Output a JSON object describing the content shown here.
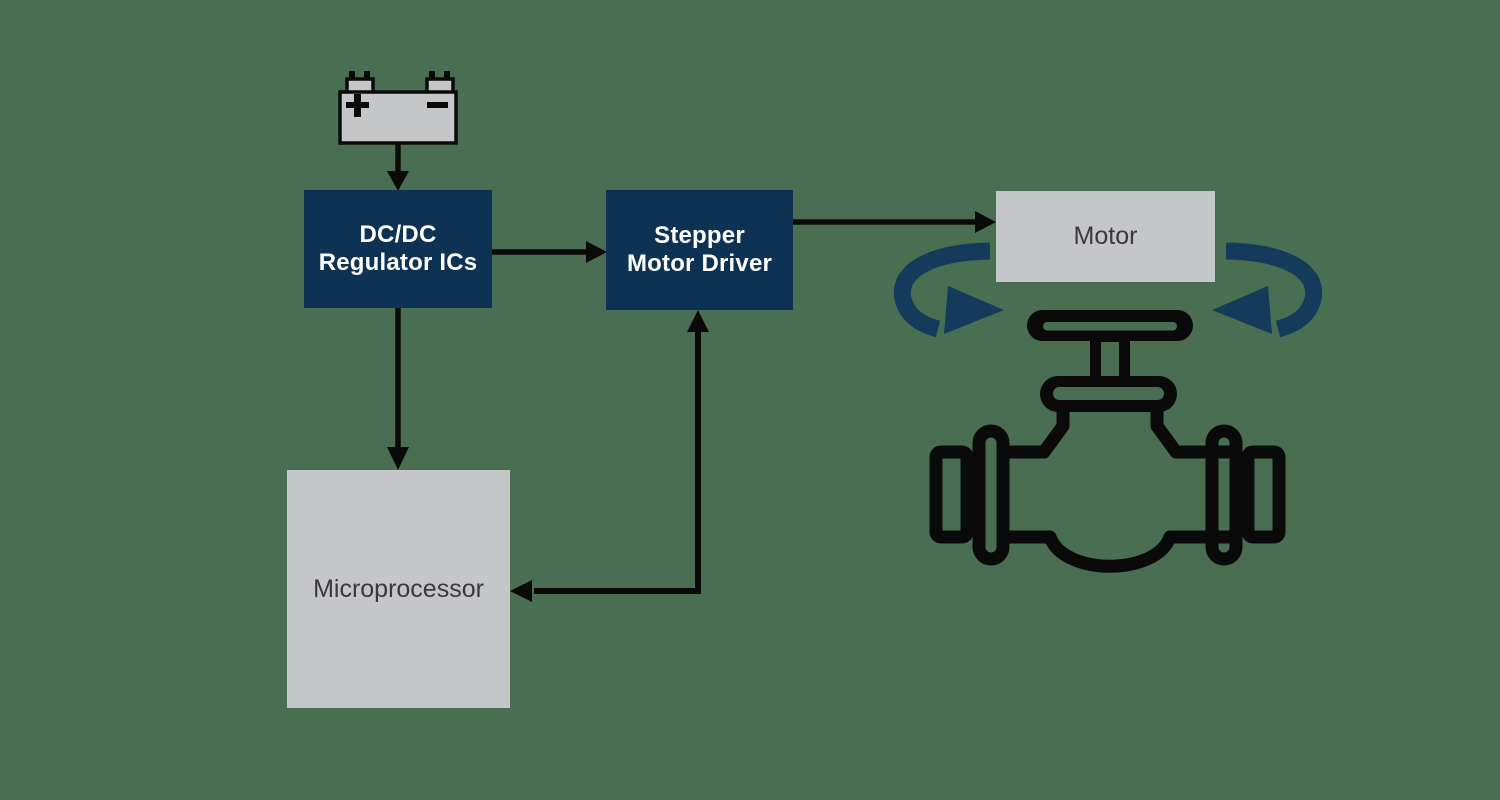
{
  "diagram": {
    "background_color": "#4A6E51",
    "colors": {
      "navy_box": "#0E3254",
      "navy_arrow": "#143A5C",
      "gray_box": "#C5C6C8",
      "box_text_light": "#FFFFFF",
      "box_text_dark": "#3A3A3C",
      "line_black": "#0A0A0A"
    },
    "nodes": {
      "dcdc": {
        "line1": "DC/DC",
        "line2": "Regulator ICs"
      },
      "stepper": {
        "line1": "Stepper",
        "line2": "Motor Driver"
      },
      "motor": {
        "label": "Motor"
      },
      "microprocessor": {
        "label": "Microprocessor"
      }
    },
    "icons": [
      {
        "name": "battery-icon",
        "symbols": [
          "+",
          "−"
        ]
      },
      {
        "name": "rotation-arrow-left-icon"
      },
      {
        "name": "rotation-arrow-right-icon"
      },
      {
        "name": "valve-icon"
      }
    ],
    "connectors": [
      {
        "from": "battery",
        "to": "dc-dc-regulator",
        "arrow": "down"
      },
      {
        "from": "dc-dc-regulator",
        "to": "stepper-motor-driver",
        "arrow": "right"
      },
      {
        "from": "stepper-motor-driver",
        "to": "motor",
        "arrow": "right"
      },
      {
        "from": "dc-dc-regulator",
        "to": "microprocessor",
        "arrow": "down"
      },
      {
        "from": "microprocessor",
        "to": "stepper-motor-driver",
        "arrow": "both"
      }
    ]
  }
}
